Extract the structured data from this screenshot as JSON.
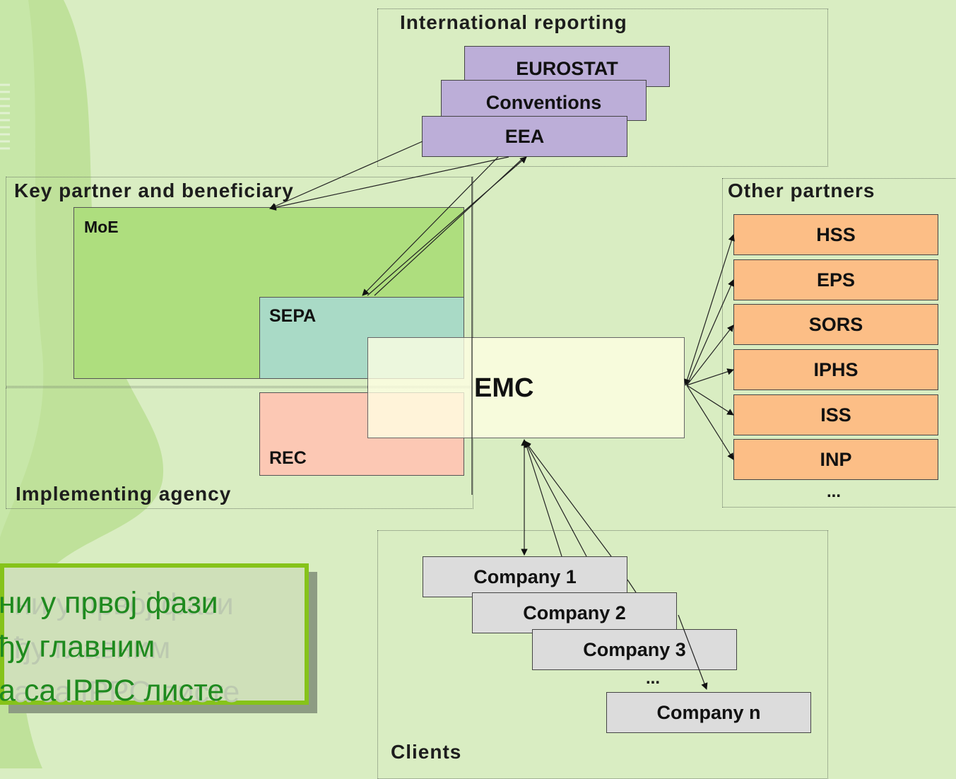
{
  "groups": {
    "international": "International reporting",
    "key_partner": "Key partner and beneficiary",
    "other_partners": "Other partners",
    "implementing": "Implementing agency",
    "clients": "Clients"
  },
  "international_boxes": [
    "EUROSTAT",
    "Conventions",
    "EEA"
  ],
  "regions": {
    "moe": "MoE",
    "sepa": "SEPA",
    "rec": "REC",
    "emc": "EMC"
  },
  "partners": [
    "HSS",
    "EPS",
    "SORS",
    "IPHS",
    "ISS",
    "INP"
  ],
  "partners_more": "...",
  "companies": [
    "Company 1",
    "Company 2",
    "Company 3",
    "Company n"
  ],
  "companies_more": "...",
  "note_lines": [
    "ни у првој фази",
    "ђу главним",
    "а са IPPC листе"
  ],
  "colors": {
    "background": "#d9edc2",
    "purple": "#bcaed8",
    "moe": "#aede7e",
    "sepa": "#a9dac6",
    "rec": "#fcc8b4",
    "emc": "#ffffe3",
    "orange": "#fcbe86",
    "gray": "#dcdcdc",
    "note_border": "#86c31a",
    "note_text": "#1e8a1e"
  }
}
